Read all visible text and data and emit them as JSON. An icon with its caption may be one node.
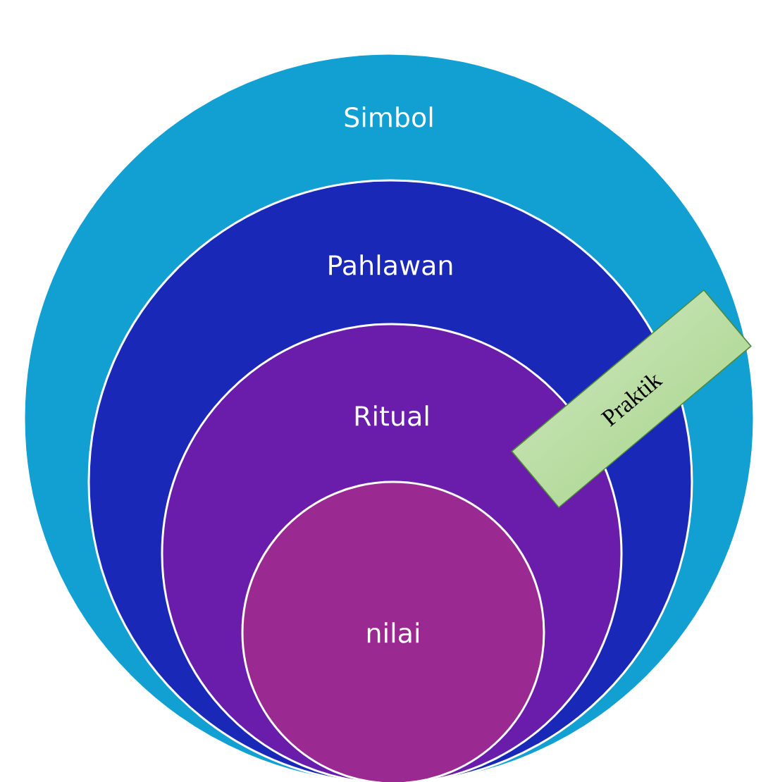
{
  "diagram": {
    "nodes": [
      {
        "text": [
          "Simbol"
        ]
      },
      {
        "text": [
          "Pahlawan"
        ],
        "in": 0
      },
      {
        "text": [
          "Ritual"
        ],
        "in": 1
      },
      {
        "text": [
          "nilai"
        ],
        "in": 2
      },
      {
        "text": [
          "Praktik"
        ],
        "in": 0
      }
    ]
  }
}
